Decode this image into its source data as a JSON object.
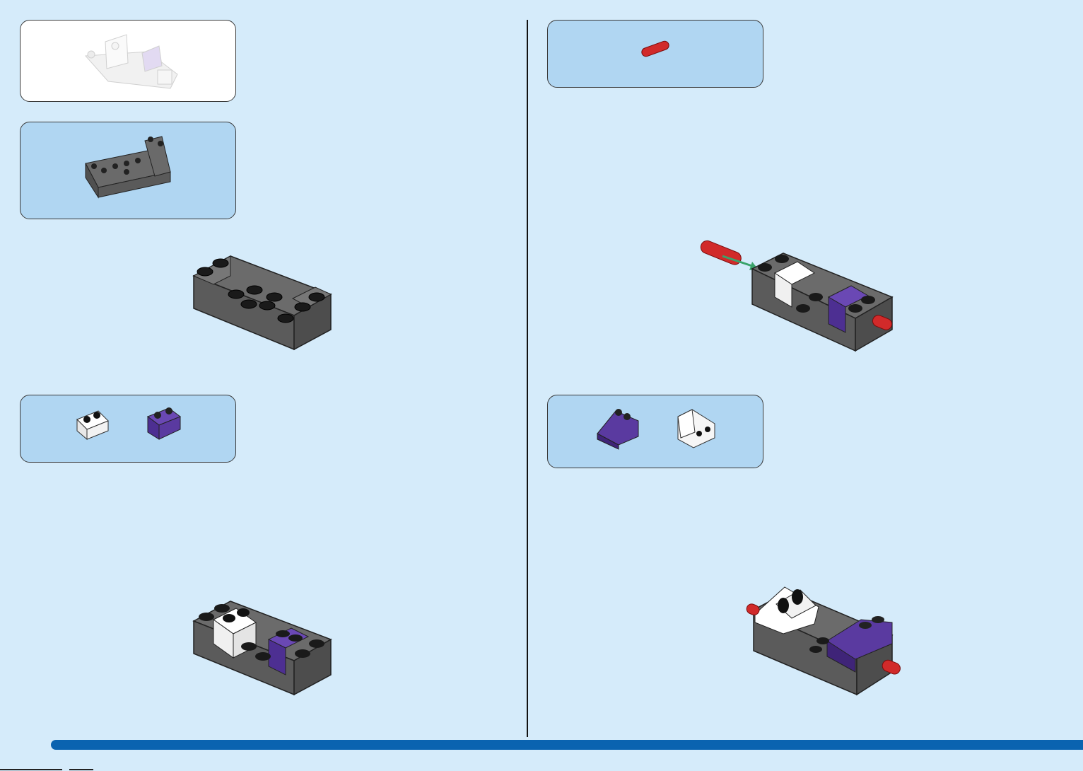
{
  "page": {
    "background": "#d5ebfa",
    "accent": "#0a63b0",
    "page_numbers": {
      "left": "",
      "right": ""
    }
  },
  "colors": {
    "callout_fill": "#b0d6f2",
    "dark_gray": "#5e5e5e",
    "white_brick": "#f4f4f4",
    "purple_brick": "#5a3aa0",
    "red_pin": "#cc1f1f",
    "arrow_green": "#3aa36a"
  },
  "steps": [
    {
      "panel": "left",
      "parts": [
        "gray-bracket-plate"
      ],
      "result": "gray-bracket-plate-placed"
    },
    {
      "panel": "left",
      "parts": [
        "white-brick-1x2",
        "purple-brick-1x2"
      ],
      "result": "bricks-added"
    },
    {
      "panel": "right",
      "parts": [
        "red-axle-pin"
      ],
      "result": "pin-inserted"
    },
    {
      "panel": "right",
      "parts": [
        "purple-slope-2x2",
        "white-bracket-1x2"
      ],
      "result": "slope-and-bracket-added"
    }
  ]
}
